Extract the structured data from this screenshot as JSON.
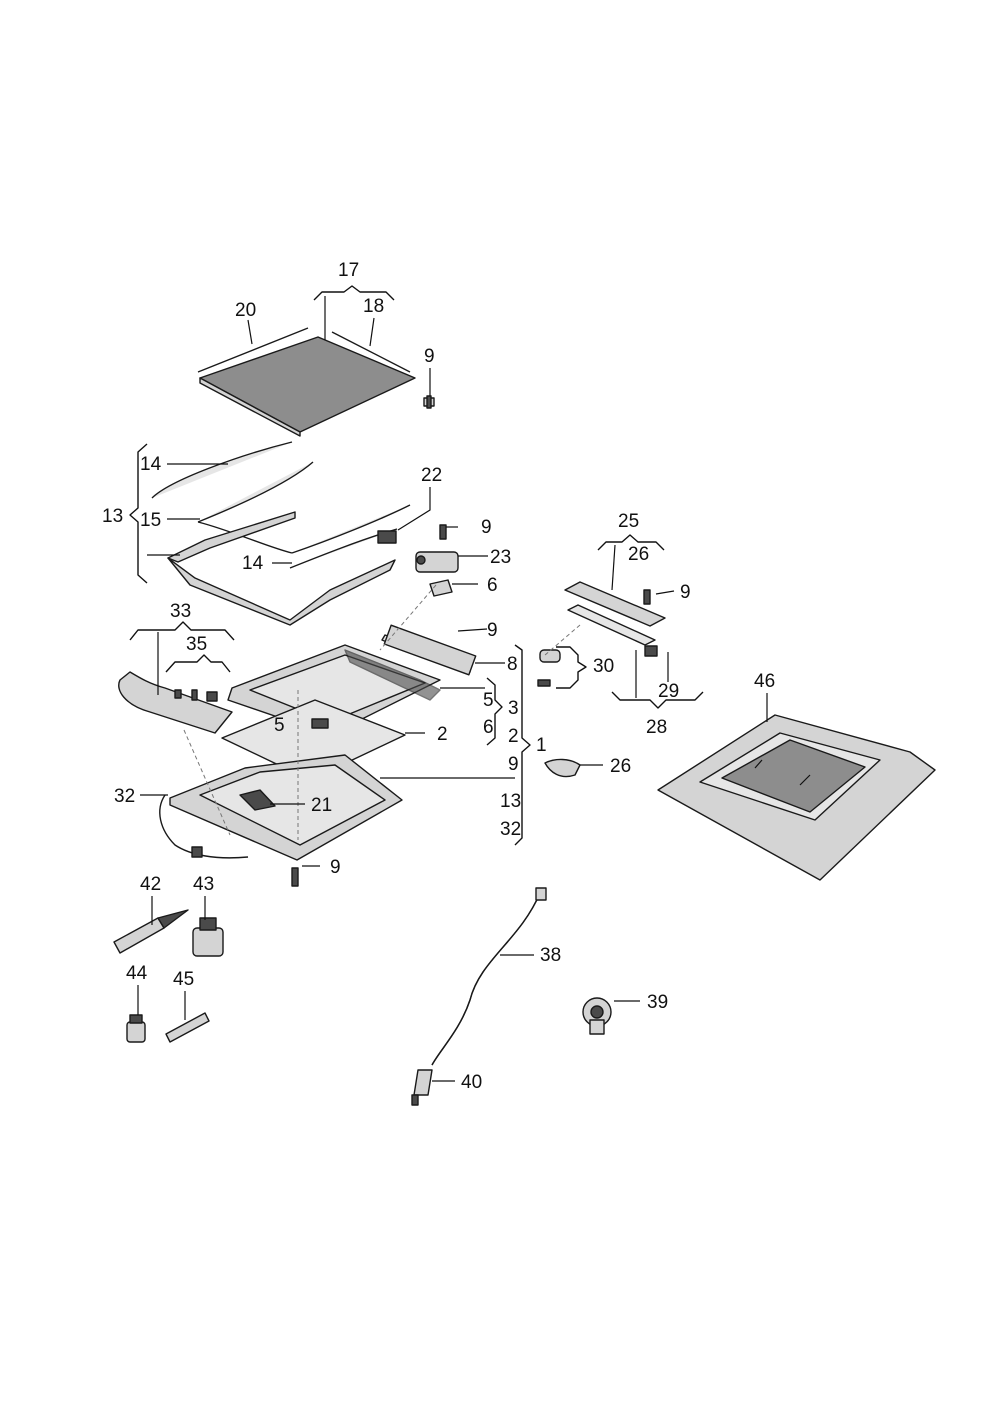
{
  "labels": {
    "p1": "1",
    "p2": "2",
    "p3": "3",
    "p5a": "5",
    "p5b": "5",
    "p6a": "6",
    "p6b": "6",
    "p8": "8",
    "p9a": "9",
    "p9b": "9",
    "p9c": "9",
    "p9d": "9",
    "p9e": "9",
    "p9f": "9",
    "p13a": "13",
    "p13b": "13",
    "p14a": "14",
    "p14b": "14",
    "p15": "15",
    "p17": "17",
    "p18": "18",
    "p20": "20",
    "p21": "21",
    "p22": "22",
    "p23": "23",
    "p25": "25",
    "p26a": "26",
    "p26b": "26",
    "p28": "28",
    "p29": "29",
    "p30": "30",
    "p32a": "32",
    "p32b": "32",
    "p33": "33",
    "p35": "35",
    "p38": "38",
    "p39": "39",
    "p40": "40",
    "p42": "42",
    "p43": "43",
    "p44": "44",
    "p45": "45",
    "p46": "46"
  },
  "colors": {
    "line": "#111111",
    "glass": "#8d8d8d",
    "metal": "#d4d4d4",
    "dark_part": "#4a4a4a",
    "background": "#ffffff"
  }
}
